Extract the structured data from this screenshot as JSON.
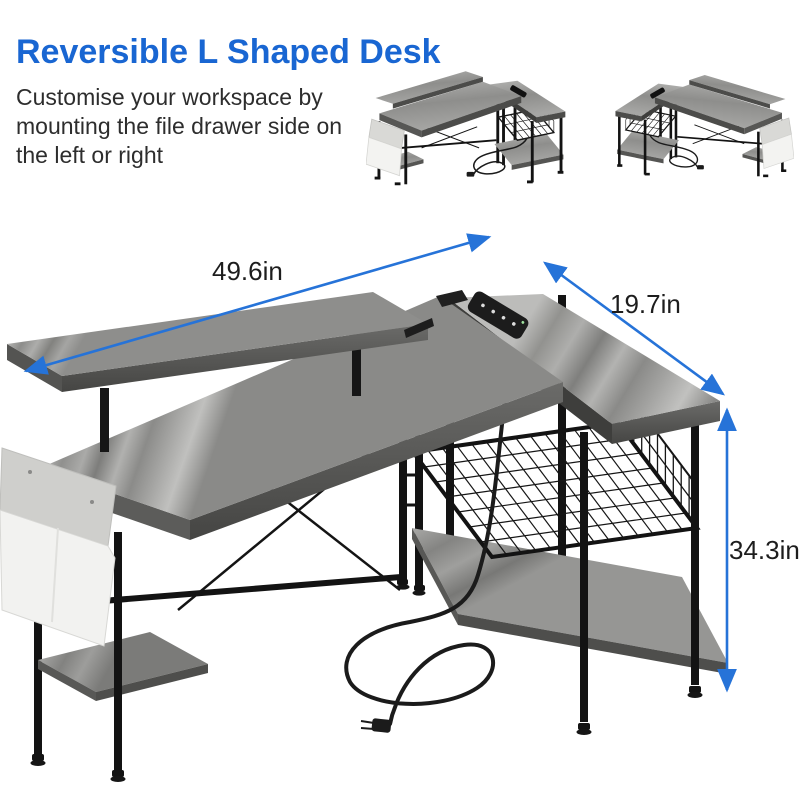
{
  "header": {
    "title": "Reversible L Shaped Desk",
    "subtitle": "Customise your workspace by mounting the file drawer side on the left or right"
  },
  "dimensions": {
    "width": "49.6in",
    "depth": "19.7in",
    "height": "34.3in"
  },
  "icons": {
    "thumbnail_left": "desk-drawer-left-thumbnail",
    "thumbnail_right": "desk-drawer-right-thumbnail",
    "arrows": "double-headed-dimension-arrow"
  },
  "colors": {
    "accent_blue": "#1966d2",
    "arrow_blue": "#2673d8",
    "text_dark": "#2d2d2d",
    "wood_light": "#b9b9b7",
    "wood_dark": "#7e7e7c",
    "frame_black": "#141414",
    "pocket_white": "#f4f4f2"
  }
}
